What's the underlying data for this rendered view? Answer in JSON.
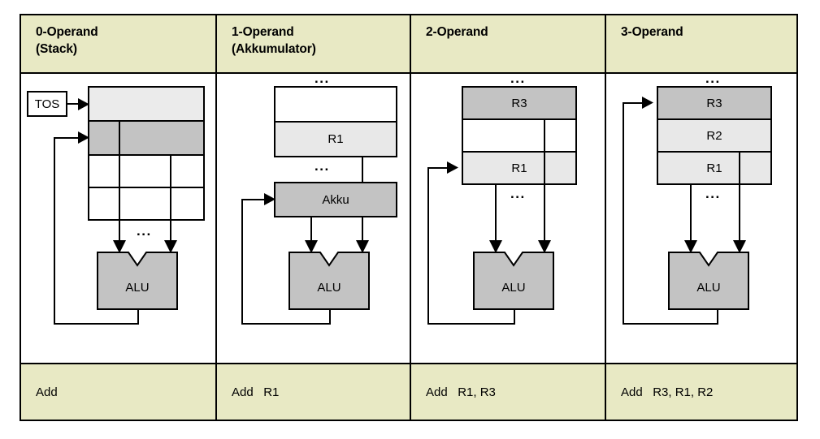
{
  "diagram": {
    "title": "Operand-count instruction formats",
    "colors": {
      "header_bg": "#e8e9c4",
      "footer_bg": "#e8e9c4",
      "cell_bg": "#ffffff",
      "fill_light": "#ebebeb",
      "fill_mid": "#e8e8e8",
      "fill_dark": "#c3c3c3",
      "line": "#000000"
    },
    "columns": [
      {
        "id": "col-0",
        "header_line1": "0-Operand",
        "header_line2": "(Stack)",
        "instruction": "Add",
        "tos_label": "TOS",
        "alu_label": "ALU",
        "ellipsis": "...",
        "stack_cells": [
          "",
          "",
          "",
          ""
        ]
      },
      {
        "id": "col-1",
        "header_line1": "1-Operand",
        "header_line2": "(Akkumulator)",
        "instruction": "Add   R1",
        "alu_label": "ALU",
        "accumulator_label": "Akku",
        "ellipsis": "...",
        "register_cells": [
          "",
          "R1"
        ]
      },
      {
        "id": "col-2",
        "header_line1": "2-Operand",
        "header_line2": "",
        "instruction": "Add   R1, R3",
        "alu_label": "ALU",
        "ellipsis": "...",
        "register_cells": [
          "R3",
          "",
          "R1"
        ]
      },
      {
        "id": "col-3",
        "header_line1": "3-Operand",
        "header_line2": "",
        "instruction": "Add   R3, R1, R2",
        "alu_label": "ALU",
        "ellipsis": "...",
        "register_cells": [
          "R3",
          "R2",
          "R1"
        ]
      }
    ]
  }
}
